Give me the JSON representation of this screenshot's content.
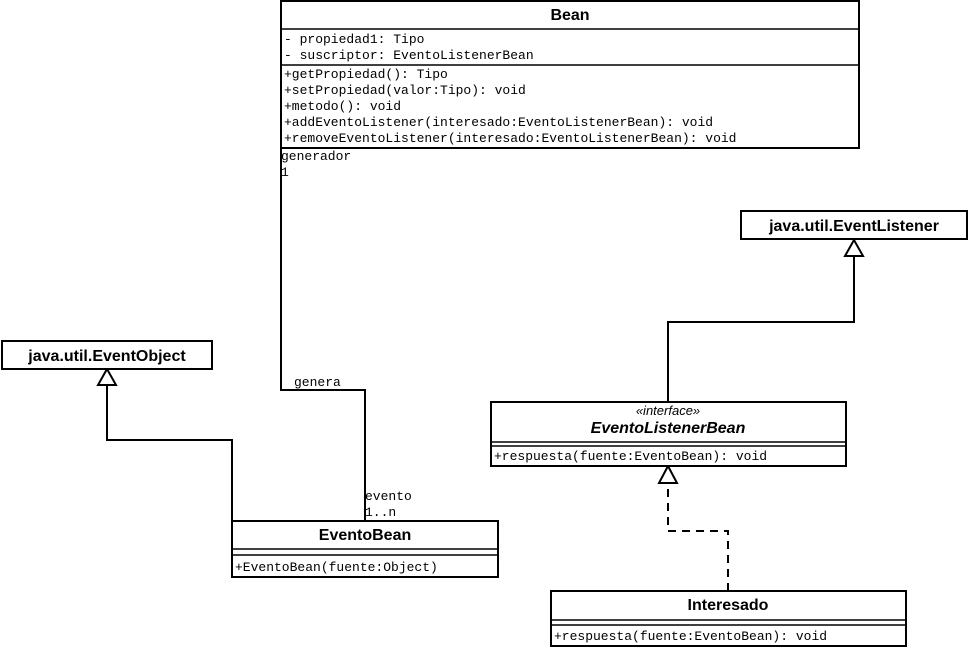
{
  "classes": {
    "bean": {
      "name": "Bean",
      "attributes": [
        "- propiedad1: Tipo",
        "- suscriptor: EventoListenerBean"
      ],
      "operations": [
        "+getPropiedad(): Tipo",
        "+setPropiedad(valor:Tipo): void",
        "+metodo(): void",
        "+addEventoListener(interesado:EventoListenerBean): void",
        "+removeEventoListener(interesado:EventoListenerBean): void"
      ]
    },
    "event_listener": {
      "name": "java.util.EventListener"
    },
    "event_object": {
      "name": "java.util.EventObject"
    },
    "evento_listener_bean": {
      "stereotype": "«interface»",
      "name": "EventoListenerBean",
      "operations": [
        "+respuesta(fuente:EventoBean): void"
      ]
    },
    "evento_bean": {
      "name": "EventoBean",
      "operations": [
        "+EventoBean(fuente:Object)"
      ]
    },
    "interesado": {
      "name": "Interesado",
      "operations": [
        "+respuesta(fuente:EventoBean): void"
      ]
    }
  },
  "associations": {
    "genera": {
      "label": "genera",
      "source_role": "generador",
      "source_multiplicity": "1",
      "target_role": "evento",
      "target_multiplicity": "1..n"
    }
  }
}
